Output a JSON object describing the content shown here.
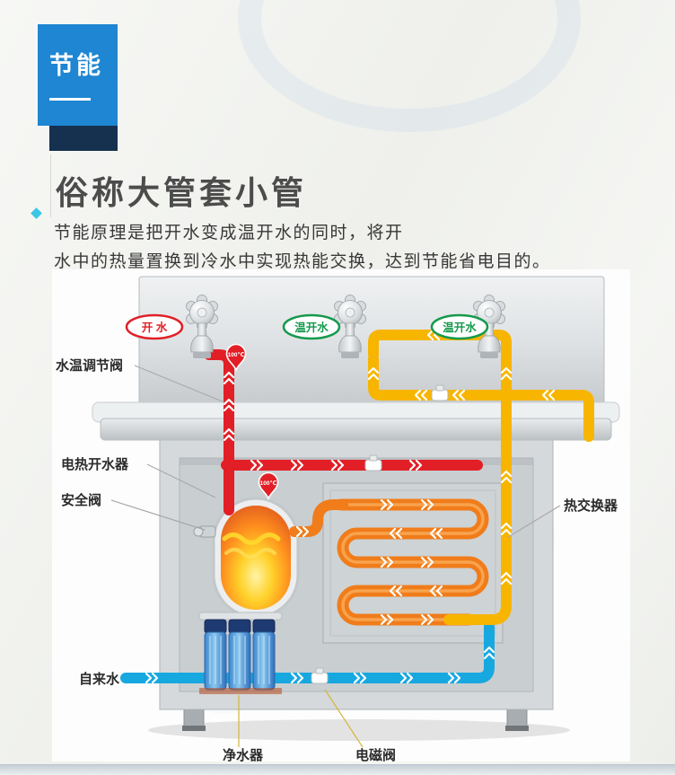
{
  "badge": {
    "label": "节能",
    "bg": "#1e86d2",
    "shadow": "#16304f"
  },
  "intro": {
    "title": "俗称大管套小管",
    "line1": "节能原理是把开水变成温开水的同时，将开",
    "line2": "水中的热量置换到冷水中实现热能交换，达到节能省电目的。",
    "accent": "#3cc6e4"
  },
  "diagram": {
    "faucets": [
      {
        "label": "开 水",
        "color": "#e02028"
      },
      {
        "label": "温开水",
        "color": "#149a4c"
      },
      {
        "label": "温开水",
        "color": "#149a4c"
      }
    ],
    "temps": [
      "100℃",
      "100℃"
    ],
    "callouts": {
      "temp_valve": "水温调节阀",
      "boiler": "电热开水器",
      "safety": "安全阀",
      "exchanger": "热交换器",
      "tap": "自来水",
      "purifier": "净水器",
      "solenoid": "电磁阀"
    },
    "colors": {
      "hot": "#e21f26",
      "warm": "#f7b500",
      "orange": "#f07c1a",
      "cold": "#18a8e0"
    }
  }
}
